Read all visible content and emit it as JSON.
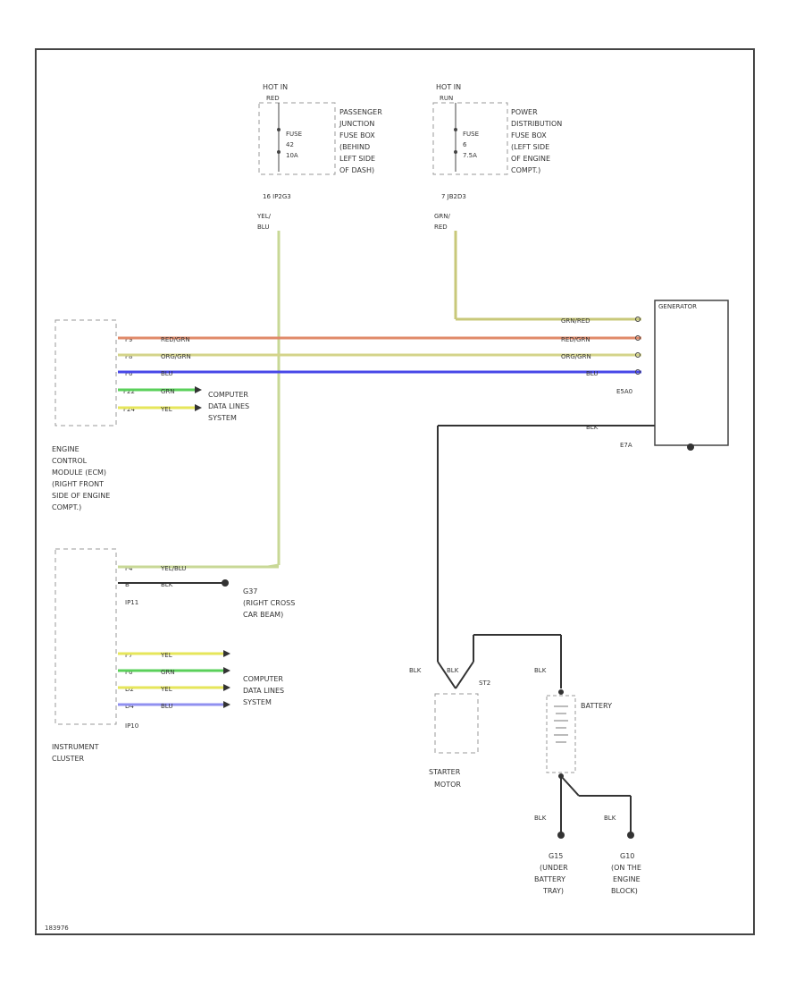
{
  "fuse_left": {
    "hot_in": "HOT IN",
    "hot_in_state": "RED",
    "fuse_label": "FUSE",
    "fuse_number": "42",
    "fuse_amp": "10A",
    "location": [
      "PASSENGER",
      "JUNCTION",
      "FUSE BOX",
      "(BEHIND",
      "LEFT SIDE",
      "OF DASH)"
    ],
    "connector": "16  IP2G3",
    "wire_color": [
      "YEL/",
      "BLU"
    ]
  },
  "fuse_right": {
    "hot_in": "HOT IN",
    "hot_in_state": "RUN",
    "fuse_label": "FUSE",
    "fuse_number": "6",
    "fuse_amp": "7.5A",
    "location": [
      "POWER",
      "DISTRIBUTION",
      "FUSE BOX",
      "(LEFT SIDE",
      "OF ENGINE",
      "COMPT.)"
    ],
    "connector": "7  JB2D3",
    "wire_color": [
      "GRN/",
      "RED"
    ]
  },
  "ecm": {
    "pins": [
      "F9",
      "F8",
      "F6",
      "F22",
      "F24"
    ],
    "wires": [
      "RED/GRN",
      "ORG/GRN",
      "BLU",
      "GRN",
      "YEL"
    ],
    "label": [
      "ENGINE",
      "CONTROL",
      "MODULE (ECM)",
      "(RIGHT FRONT",
      "SIDE OF ENGINE",
      "COMPT.)"
    ],
    "data_lines": [
      "COMPUTER",
      "DATA LINES",
      "SYSTEM"
    ]
  },
  "generator": {
    "title": "GENERATOR",
    "wires": [
      "GRN/RED",
      "RED/GRN",
      "ORG/GRN",
      "BLU"
    ],
    "connector": "E5A0",
    "ground_wire": "BLK",
    "ground": "E7A"
  },
  "cluster": {
    "pins_top": [
      "F4",
      "B"
    ],
    "wires_top": [
      "YEL/BLU",
      "BLK"
    ],
    "connector_top": "IP11",
    "ground_label": [
      "G37",
      "(RIGHT CROSS",
      "CAR BEAM)"
    ],
    "pins_bottom": [
      "F7",
      "F6",
      "D2",
      "D4"
    ],
    "wires_bottom": [
      "YEL",
      "GRN",
      "YEL",
      "BLU"
    ],
    "connector_bottom": "IP10",
    "data_lines": [
      "COMPUTER",
      "DATA LINES",
      "SYSTEM"
    ],
    "label": [
      "INSTRUMENT",
      "CLUSTER"
    ]
  },
  "starter": {
    "wire_left": "BLK",
    "wire_right": "BLK",
    "connector": "ST2",
    "label": [
      "STARTER",
      "MOTOR"
    ]
  },
  "battery": {
    "wire_top": "BLK",
    "label": "BATTERY",
    "ground_left_wire": "BLK",
    "ground_right_wire": "BLK",
    "ground_left": [
      "G15",
      "(UNDER",
      "BATTERY",
      "TRAY)"
    ],
    "ground_right": [
      "G10",
      "(ON THE",
      "ENGINE",
      "BLOCK)"
    ]
  },
  "footer_code": "183976",
  "colors": {
    "yel_blu": "#c8d896",
    "grn_red": "#c8c87a",
    "red_grn": "#e08a6a",
    "org_grn": "#d4d48a",
    "blu": "#4848e8",
    "grn": "#5ad05a",
    "yel": "#e6e65a",
    "blu_light": "#9090f0",
    "blk": "#333333"
  }
}
